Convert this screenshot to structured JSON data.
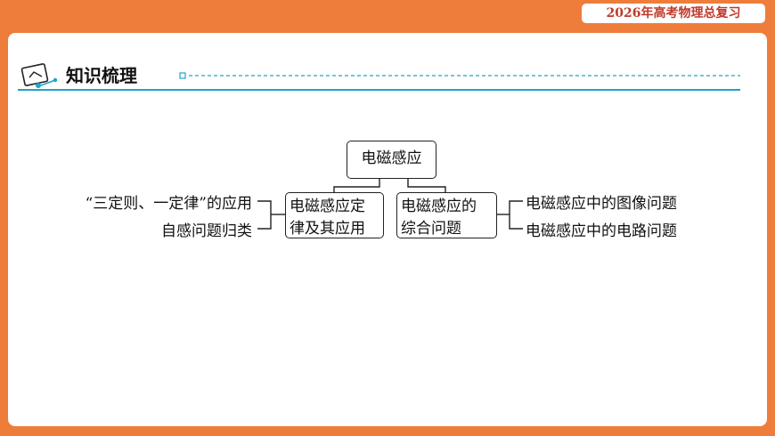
{
  "header": {
    "badge": "2026年高考物理总复习"
  },
  "section": {
    "title": "知识梳理",
    "icon": "checklist-icon"
  },
  "mindmap": {
    "root": "电磁感应",
    "branch_left": {
      "line1": "电磁感应定",
      "line2": "律及其应用"
    },
    "branch_right": {
      "line1": "电磁感应的",
      "line2": "综合问题"
    },
    "left_items": [
      "“三定则、一定律”的应用",
      "自感问题归类"
    ],
    "right_items": [
      "电磁感应中的图像问题",
      "电磁感应中的电路问题"
    ]
  },
  "colors": {
    "frame": "#ee7d3b",
    "accent": "#1fa3c9",
    "badge_text": "#c0392b"
  }
}
